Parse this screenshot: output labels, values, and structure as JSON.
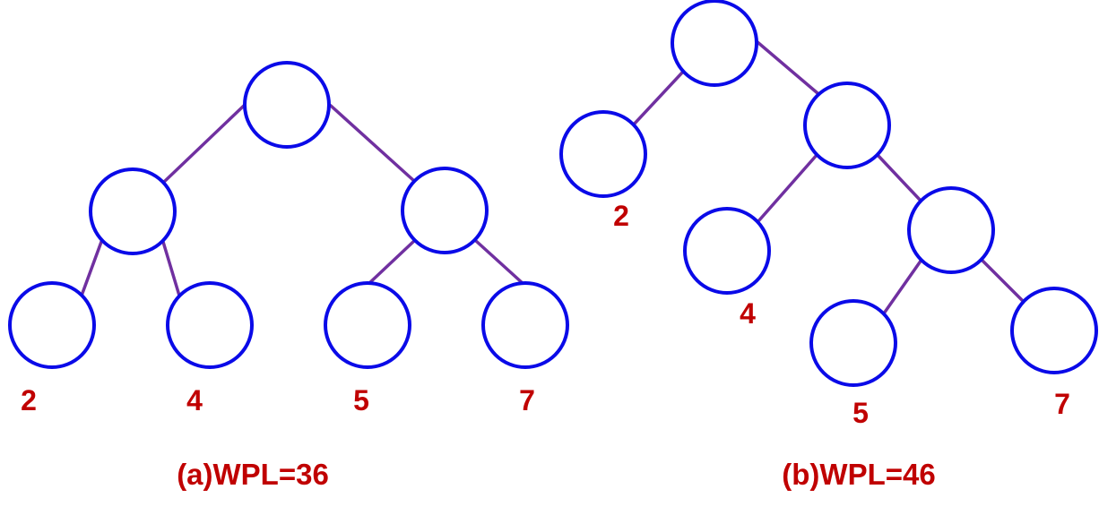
{
  "colors": {
    "node_stroke": "#0a0ae8",
    "edge": "#7030a0",
    "label": "#c00000"
  },
  "trees": [
    {
      "caption": "(a)WPL=36",
      "leaf_weights": [
        "2",
        "4",
        "5",
        "7"
      ]
    },
    {
      "caption": "(b)WPL=46",
      "leaf_weights": [
        "2",
        "4",
        "5",
        "7"
      ]
    }
  ]
}
